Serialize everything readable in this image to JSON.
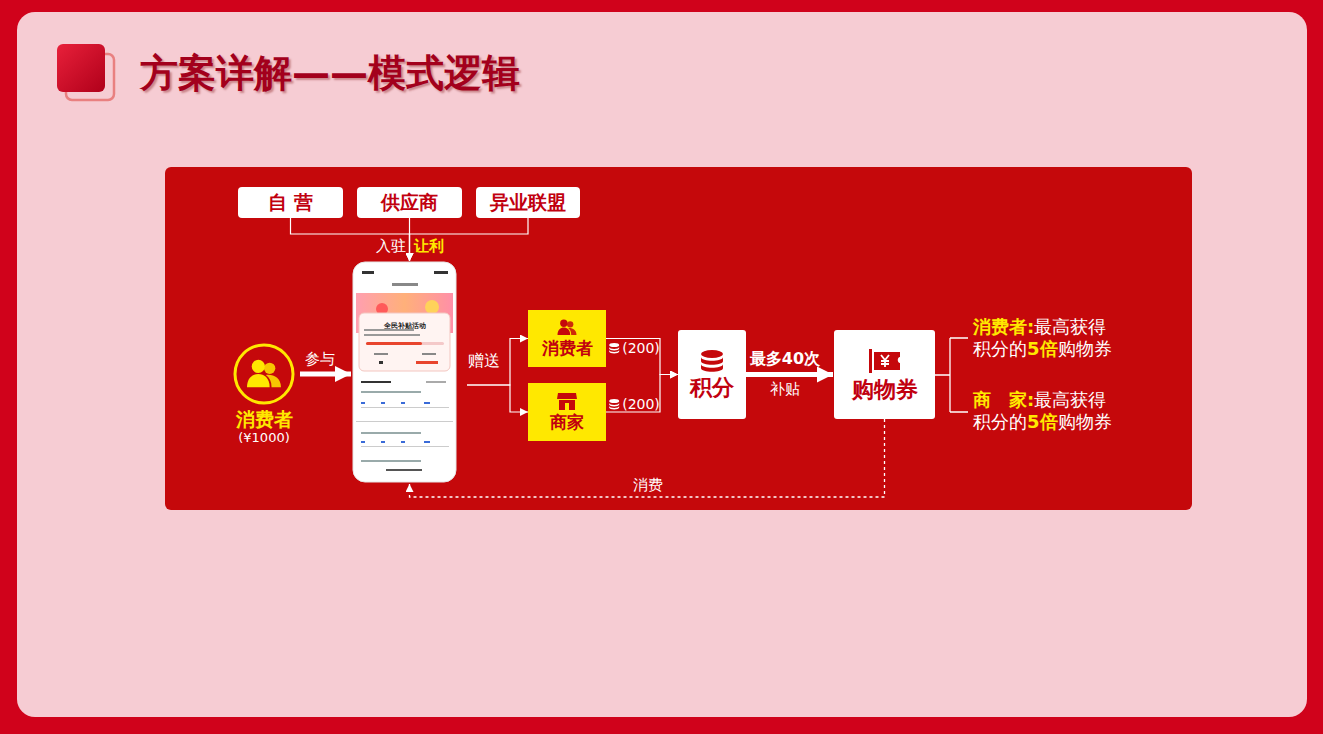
{
  "diagram": {
    "title": "方案详解——模式逻辑",
    "nodes": [
      {
        "text": [
          "自 营"
        ]
      },
      {
        "text": [
          "供应商"
        ]
      },
      {
        "text": [
          "异业联盟"
        ]
      },
      {
        "text": [
          "全民补贴活动"
        ]
      },
      {
        "text": [
          "消费者",
          "(¥1000)"
        ]
      },
      {
        "text": [
          "消费者"
        ]
      },
      {
        "text": [
          "商家"
        ]
      },
      {
        "text": [
          "积分"
        ]
      },
      {
        "text": [
          "购物券"
        ]
      }
    ],
    "edges": [
      {
        "from": 0,
        "to": 3,
        "arrow": "to"
      },
      {
        "from": 1,
        "to": 3,
        "arrow": "to",
        "label": "入驻"
      },
      {
        "from": 2,
        "to": 3,
        "arrow": "to"
      },
      {
        "from": 4,
        "to": 3,
        "arrow": "to",
        "label": "参与"
      },
      {
        "from": 3,
        "to": 5,
        "arrow": "to",
        "label": "赠送"
      },
      {
        "from": 3,
        "to": 6,
        "arrow": "to"
      },
      {
        "from": 5,
        "to": 7,
        "arrow": "to",
        "label": "(200)"
      },
      {
        "from": 6,
        "to": 7,
        "arrow": "to",
        "label": "(200)"
      },
      {
        "from": 7,
        "to": 8,
        "arrow": "to",
        "label": "最多40次"
      },
      {
        "from": 8,
        "to": 3,
        "arrow": "to",
        "label": "消费"
      }
    ],
    "labels": [
      "让利",
      "补贴",
      "消费者:",
      "最高获得",
      "积分的",
      "5倍",
      "购物券",
      "商　家:",
      "最高获得",
      "积分的",
      "5倍",
      "购物券"
    ]
  }
}
